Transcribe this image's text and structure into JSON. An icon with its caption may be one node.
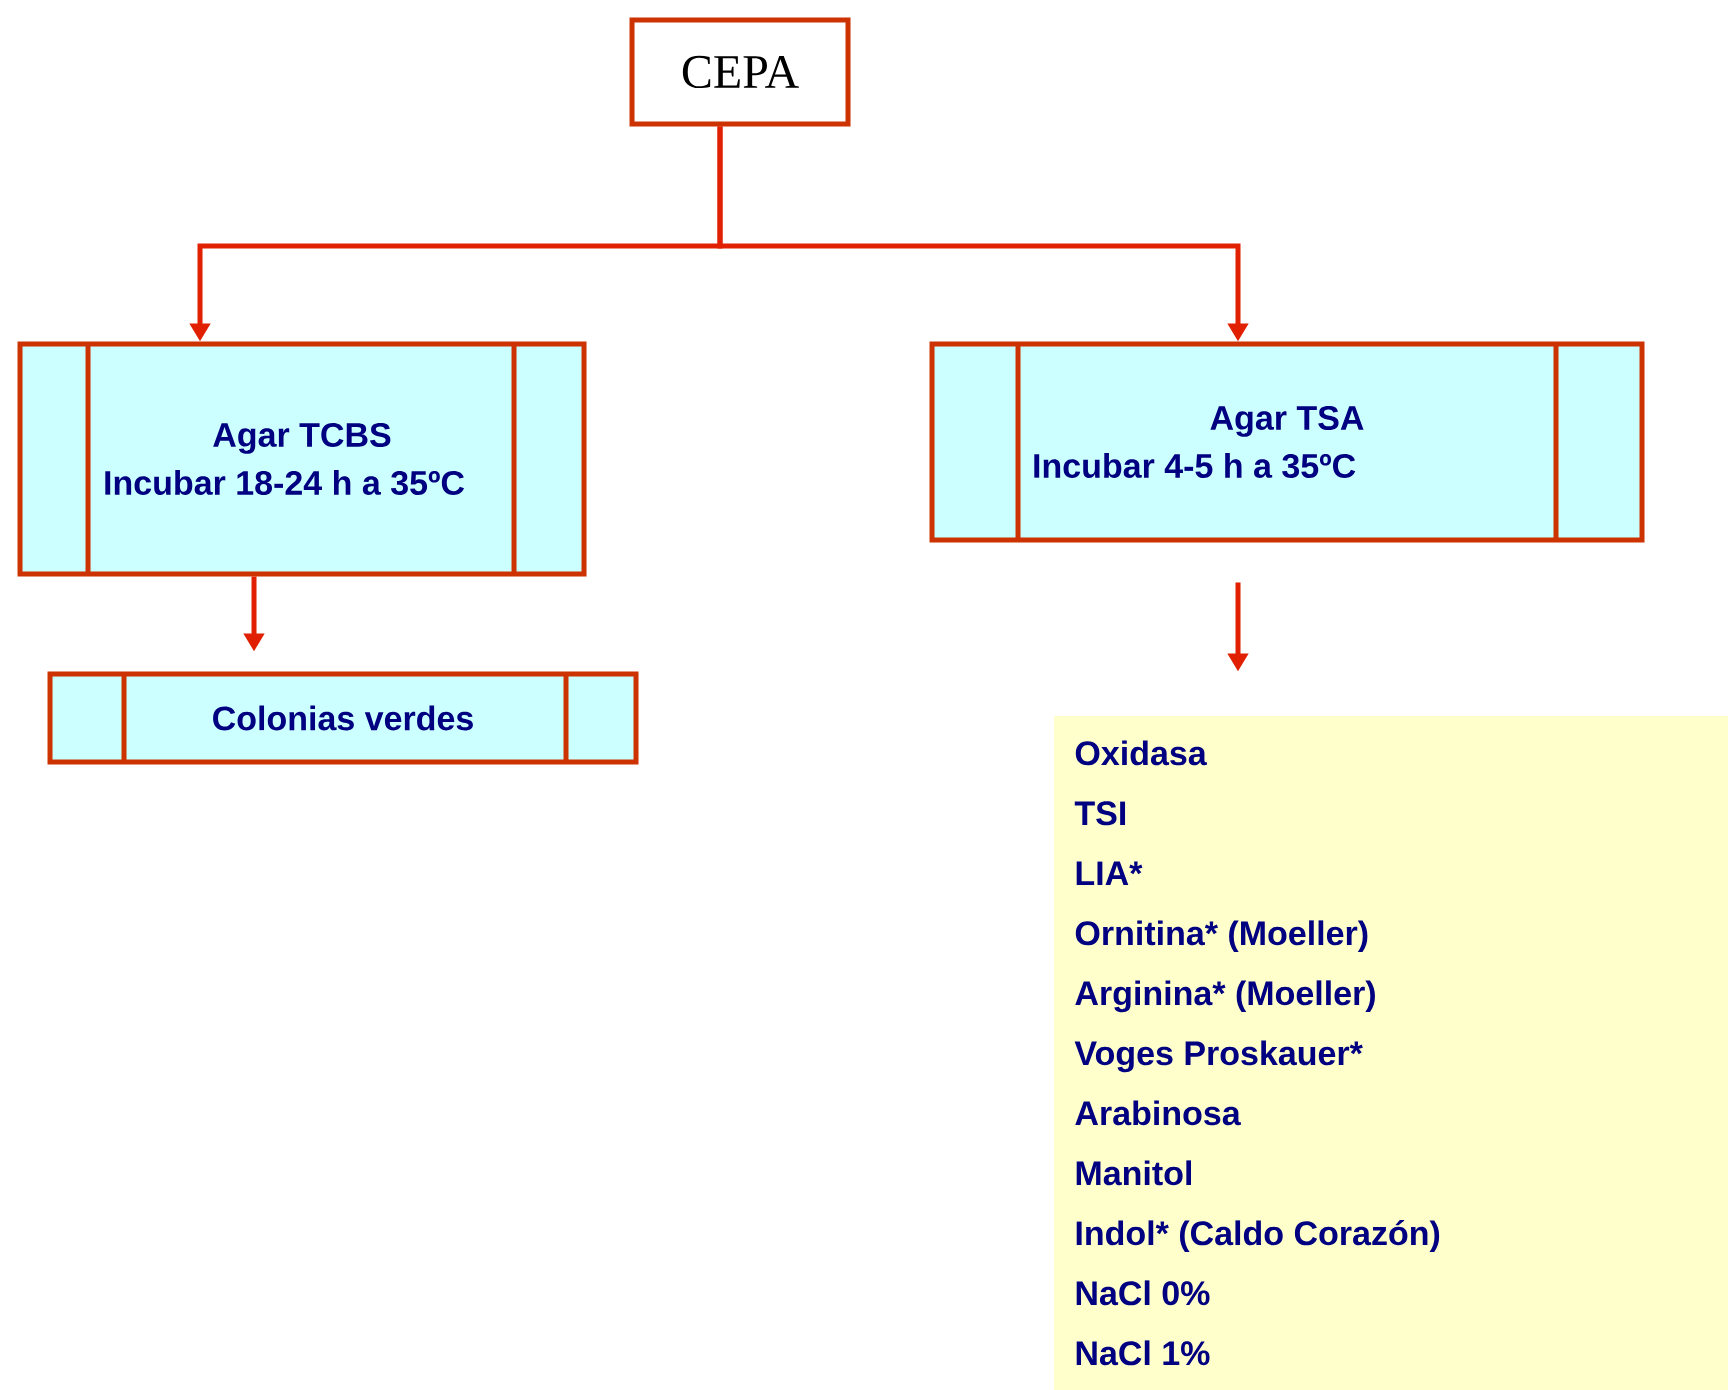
{
  "diagram": {
    "nodes": [
      {
        "text": [
          "CEPA"
        ]
      },
      {
        "text": [
          "Agar TCBS",
          "Incubar 18-24 h a 35ºC"
        ]
      },
      {
        "text": [
          "Agar TSA",
          "Incubar 4-5 h a 35ºC"
        ]
      },
      {
        "text": [
          "Colonias verdes"
        ]
      },
      {
        "text": [
          "Oxidasa",
          "TSI",
          "LIA*",
          "Ornitina* (Moeller)",
          "Arginina* (Moeller)",
          "Voges Proskauer*",
          "Arabinosa",
          "Manitol",
          "Indol* (Caldo Corazón)",
          "NaCl 0%",
          "NaCl 1%"
        ]
      }
    ],
    "edges": [
      {
        "from": 0,
        "to": 1,
        "arrow": "to"
      },
      {
        "from": 0,
        "to": 2,
        "arrow": "to"
      },
      {
        "from": 1,
        "to": 3,
        "arrow": "to"
      },
      {
        "from": 2,
        "to": 4,
        "arrow": "to"
      }
    ]
  }
}
